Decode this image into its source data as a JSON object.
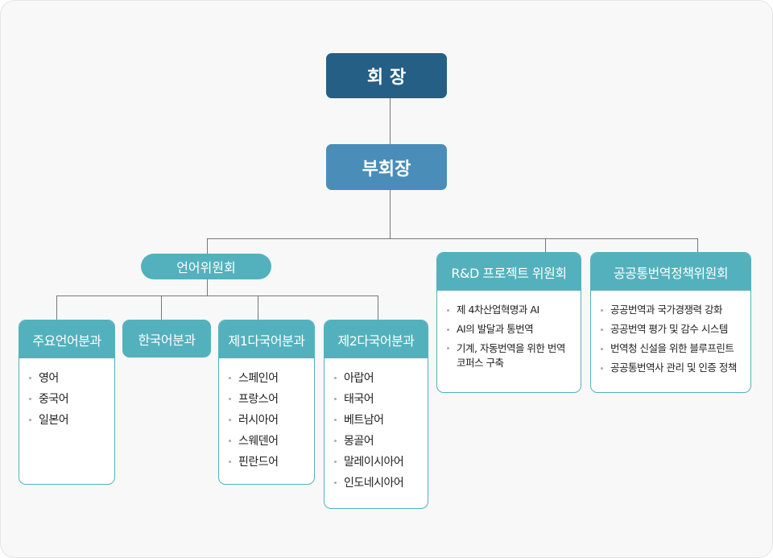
{
  "chairman": "회 장",
  "vice_chairman": "부회장",
  "language_committee": {
    "title": "언어위원회",
    "divisions": [
      {
        "title": "주요언어분과",
        "items": [
          "영어",
          "중국어",
          "일본어"
        ]
      },
      {
        "title": "한국어분과",
        "items": []
      },
      {
        "title": "제1다국어분과",
        "items": [
          "스페인어",
          "프랑스어",
          "러시아어",
          "스웨덴어",
          "핀란드어"
        ]
      },
      {
        "title": "제2다국어분과",
        "items": [
          "아랍어",
          "태국어",
          "베트남어",
          "몽골어",
          "말레이시아어",
          "인도네시아어"
        ]
      }
    ]
  },
  "rnd_committee": {
    "title": "R&D 프로젝트 위원회",
    "items": [
      "제 4차산업혁명과 AI",
      "AI의 발달과 통번역",
      "기계, 자동번역을 위한 번역 코퍼스 구축"
    ]
  },
  "policy_committee": {
    "title": "공공통번역정책위원회",
    "items": [
      "공공번역과 국가경쟁력 강화",
      "공공번역 평가 및 감수 시스템",
      "번역청 신설을 위한 블루프린트",
      "공공통번역사 관리 및 인증 정책"
    ]
  },
  "colors": {
    "chairman": "#255f86",
    "vice": "#4a8db8",
    "teal": "#53b1bd"
  }
}
